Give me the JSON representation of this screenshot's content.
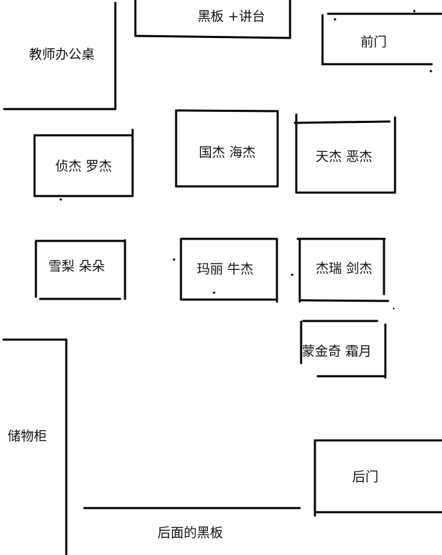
{
  "colors": {
    "ink": "#000000",
    "background": "#ffffff"
  },
  "labels": {
    "blackboard_podium": "黑板 +讲台",
    "front_door": "前门",
    "teacher_desk": "教师办公桌",
    "storage_cabinet": "储物柜",
    "back_door": "后门",
    "back_blackboard": "后面的黑板"
  },
  "desks": [
    {
      "id": "desk-zhenjie-luojie",
      "label": "侦杰 罗杰"
    },
    {
      "id": "desk-guojie-haijie",
      "label": "国杰 海杰"
    },
    {
      "id": "desk-tianjie-ejie",
      "label": "天杰 恶杰"
    },
    {
      "id": "desk-xueli-duoduo",
      "label": "雪梨 朵朵"
    },
    {
      "id": "desk-mali-niujie",
      "label": "玛丽 牛杰"
    },
    {
      "id": "desk-jierui-jianjie",
      "label": "杰瑞 剑杰"
    },
    {
      "id": "desk-mengjinqi-shuangyue",
      "label": "蒙金奇 霜月"
    }
  ]
}
